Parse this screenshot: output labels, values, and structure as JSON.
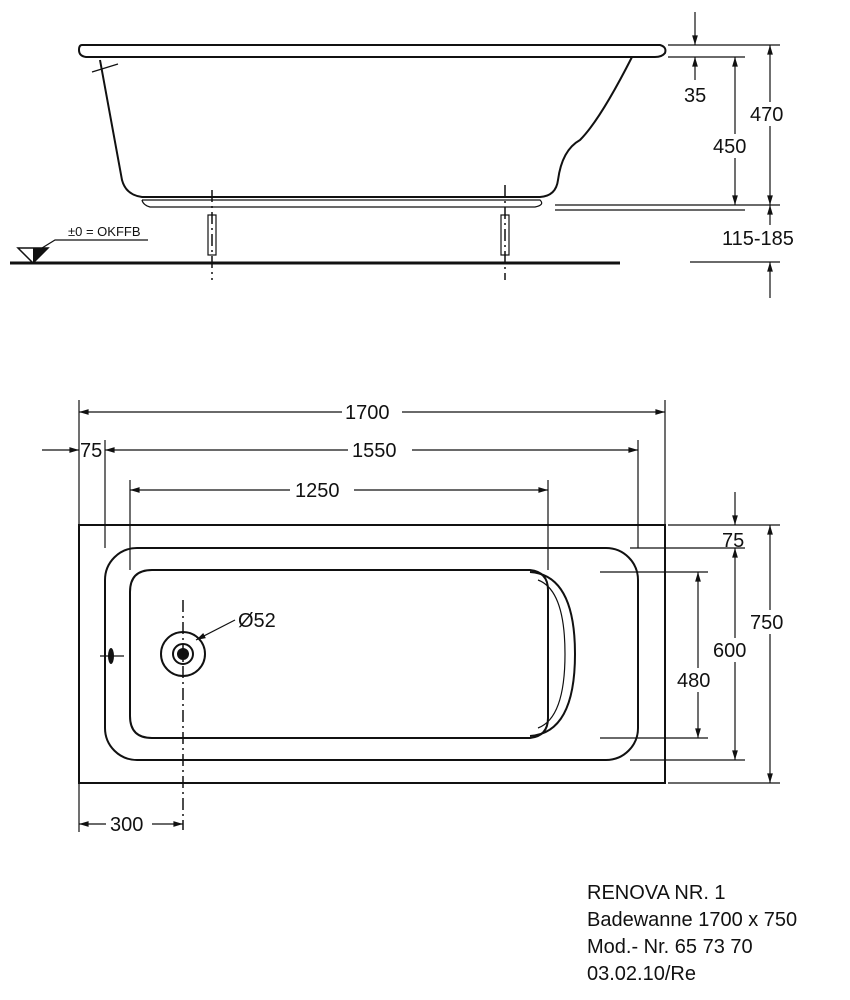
{
  "side_view": {
    "level_label": "±0 = OKFFB",
    "dims": {
      "rim": "35",
      "depth": "450",
      "height": "470",
      "feet": "115-185"
    }
  },
  "top_view": {
    "dims": {
      "length": "1700",
      "inner_length": "1550",
      "rim_left": "75",
      "basin_length": "1250",
      "rim_right": "75",
      "width": "750",
      "inner_width": "600",
      "basin_width": "480",
      "drain_diameter": "Ø52",
      "drain_offset": "300"
    }
  },
  "title_block": {
    "line1": "RENOVA NR. 1",
    "line2": "Badewanne 1700 x 750",
    "line3": "Mod.- Nr. 65 73 70",
    "line4": "03.02.10/Re"
  }
}
